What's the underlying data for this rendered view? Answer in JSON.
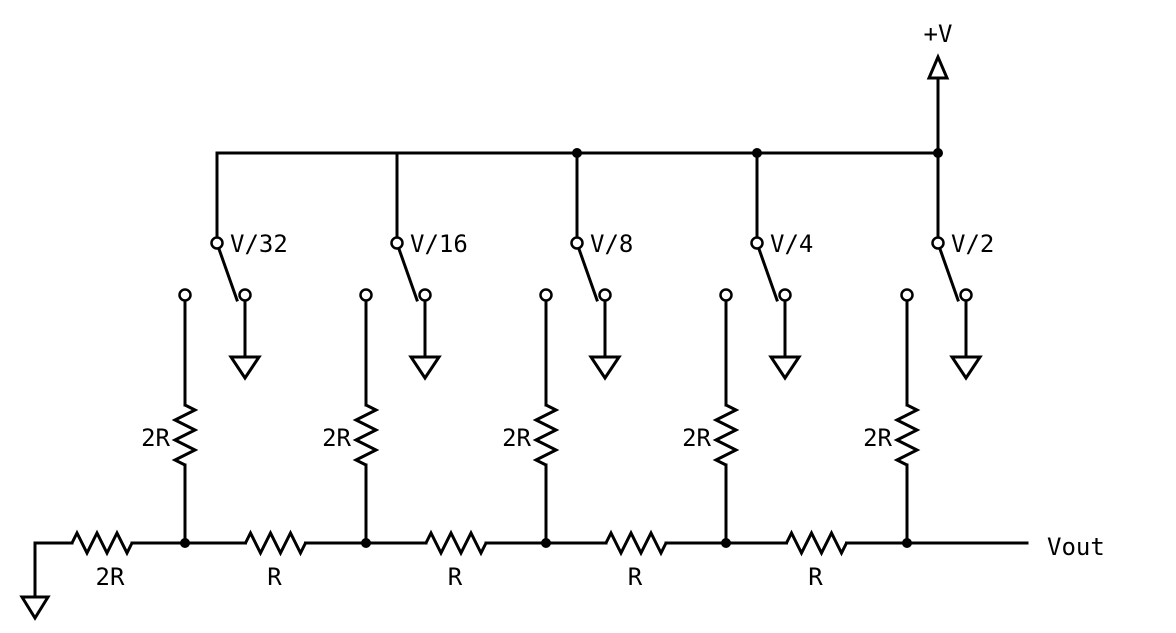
{
  "supply_label": "+V",
  "output_label": "Vout",
  "terminating_resistor_label": "2R",
  "ladder_resistor_labels": [
    "R",
    "R",
    "R",
    "R"
  ],
  "stages": [
    {
      "switch_label": "V/32",
      "leg_resistor_label": "2R"
    },
    {
      "switch_label": "V/16",
      "leg_resistor_label": "2R"
    },
    {
      "switch_label": "V/8",
      "leg_resistor_label": "2R"
    },
    {
      "switch_label": "V/4",
      "leg_resistor_label": "2R"
    },
    {
      "switch_label": "V/2",
      "leg_resistor_label": "2R"
    }
  ]
}
